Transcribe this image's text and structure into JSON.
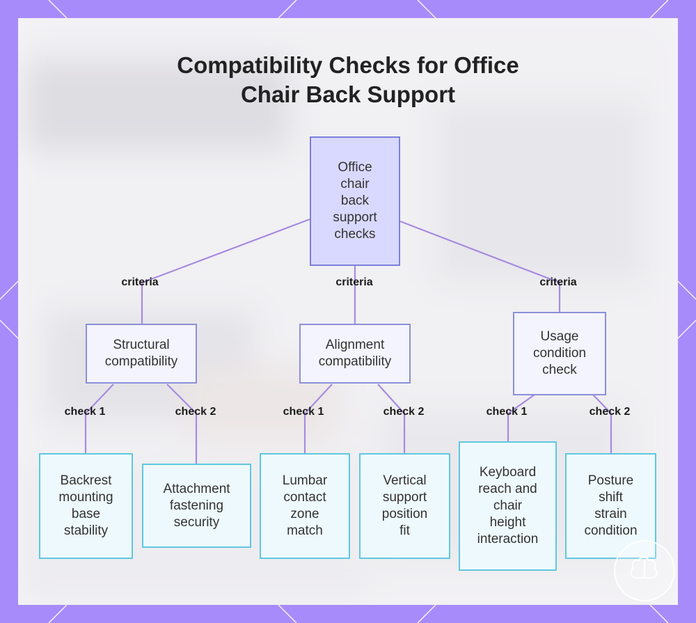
{
  "title_lines": [
    "Compatibility Checks for Office",
    "Chair Back Support"
  ],
  "colors": {
    "frame": "#a78bfa",
    "connector": "#a78be0",
    "root_fill": "#d9d9ff",
    "root_border": "#7b80d9",
    "mid_border": "#8b8fd8",
    "leaf_fill": "#eef9fd",
    "leaf_border": "#5ec8e0"
  },
  "root": {
    "lines": [
      "Office",
      "chair",
      "back",
      "support",
      "checks"
    ]
  },
  "edge_labels": {
    "criteria": "criteria",
    "check1": "check 1",
    "check2": "check 2"
  },
  "categories": [
    {
      "lines": [
        "Structural",
        "compatibility"
      ],
      "checks": [
        {
          "lines": [
            "Backrest",
            "mounting",
            "base",
            "stability"
          ]
        },
        {
          "lines": [
            "Attachment",
            "fastening",
            "security"
          ]
        }
      ]
    },
    {
      "lines": [
        "Alignment",
        "compatibility"
      ],
      "checks": [
        {
          "lines": [
            "Lumbar",
            "contact",
            "zone",
            "match"
          ]
        },
        {
          "lines": [
            "Vertical",
            "support",
            "position",
            "fit"
          ]
        }
      ]
    },
    {
      "lines": [
        "Usage",
        "condition",
        "check"
      ],
      "checks": [
        {
          "lines": [
            "Keyboard",
            "reach and",
            "chair",
            "height",
            "interaction"
          ]
        },
        {
          "lines": [
            "Posture",
            "shift",
            "strain",
            "condition"
          ]
        }
      ]
    }
  ]
}
